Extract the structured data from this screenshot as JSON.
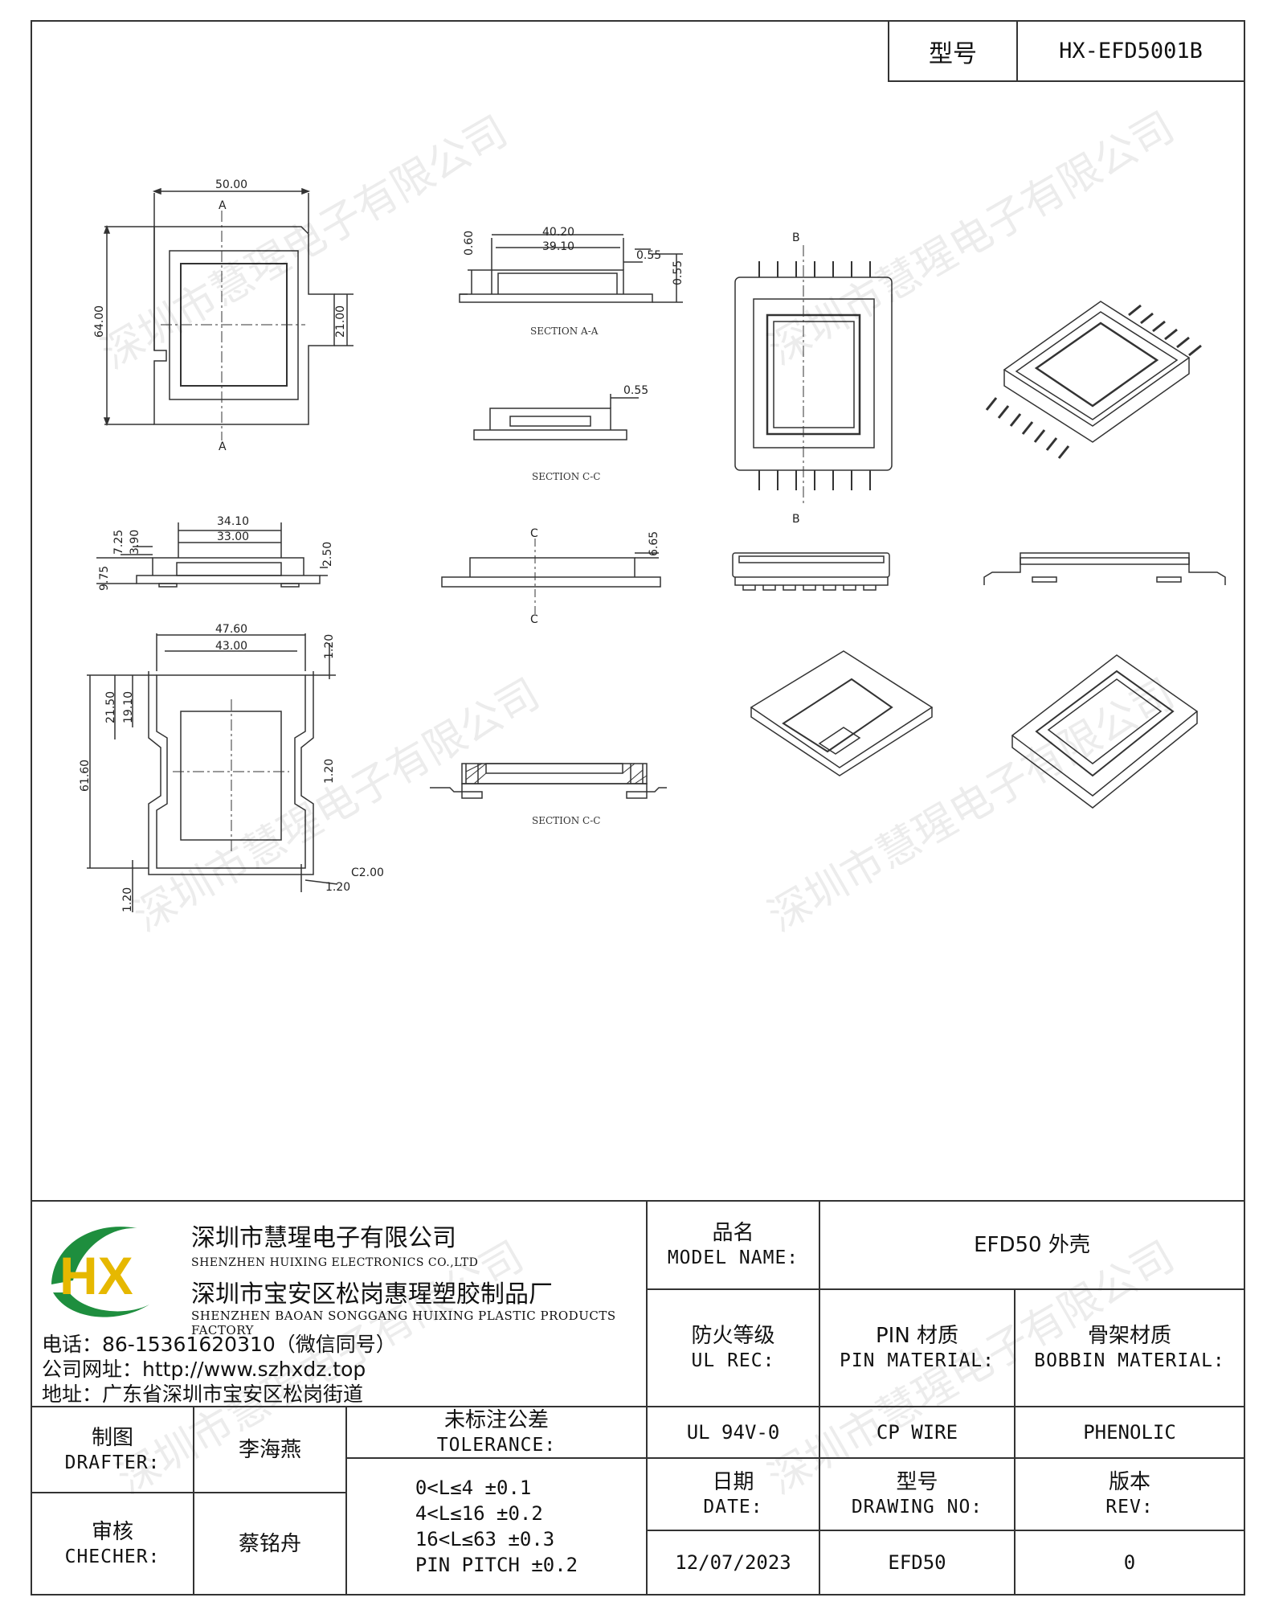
{
  "header": {
    "model_label": "型号",
    "model_value": "HX-EFD5001B"
  },
  "drawing": {
    "dims": {
      "d50": "50.00",
      "d64": "64.00",
      "d21": "21.00",
      "d40_20": "40.20",
      "d39_10": "39.10",
      "d0_60": "0.60",
      "d0_55a": "0.55",
      "d0_55b": "0.55",
      "d0_55c": "0.55",
      "d34_10": "34.10",
      "d33_00": "33.00",
      "d7_25": "7.25",
      "d3_90": "3.90",
      "d9_75": "9.75",
      "d2_50": "2.50",
      "d6_65": "6.65",
      "d47_60": "47.60",
      "d43_00": "43.00",
      "d1_20a": "1.20",
      "d21_50": "21.50",
      "d19_10": "19.10",
      "d61_60": "61.60",
      "d1_20b": "1.20",
      "d1_20c": "1.20",
      "d1_20d": "1.20",
      "c2_00": "C2.00"
    },
    "markers": {
      "a": "A",
      "b": "B",
      "c": "C"
    },
    "sections": {
      "aa": "SECTION A-A",
      "cc1": "SECTION C-C",
      "cc2": "SECTION C-C"
    },
    "watermark": "深圳市慧瑆电子有限公司"
  },
  "company": {
    "logo_text": "HX",
    "name_cn": "深圳市慧瑆电子有限公司",
    "name_en": "SHENZHEN HUIXING ELECTRONICS CO.,LTD",
    "factory_cn": "深圳市宝安区松岗惠瑆塑胶制品厂",
    "factory_en": "SHENZHEN BAOAN SONGGANG HUIXING PLASTIC PRODUCTS FACTORY",
    "phone": "电话：86-15361620310（微信同号）",
    "website": "公司网址：http://www.szhxdz.top",
    "address": "地址：广东省深圳市宝安区松岗街道"
  },
  "title_block": {
    "model_name_cn": "品名",
    "model_name_en": "MODEL NAME:",
    "model_name_value": "EFD50 外壳",
    "fire_cn": "防火等级",
    "fire_en": "UL REC:",
    "fire_value": "UL 94V-0",
    "pin_cn": "PIN 材质",
    "pin_en": "PIN MATERIAL:",
    "pin_value": "CP WIRE",
    "bobbin_cn": "骨架材质",
    "bobbin_en": "BOBBIN MATERIAL:",
    "bobbin_value": "PHENOLIC",
    "drafter_cn": "制图",
    "drafter_en": "DRAFTER:",
    "drafter_value": "李海燕",
    "checker_cn": "审核",
    "checker_en": "CHECHER:",
    "checker_value": "蔡铭舟",
    "tol_cn": "未标注公差",
    "tol_en": "TOLERANCE:",
    "tol_lines": [
      "0<L≤4   ±0.1",
      "4<L≤16  ±0.2",
      "16<L≤63 ±0.3",
      "PIN PITCH ±0.2"
    ],
    "date_cn": "日期",
    "date_en": "DATE:",
    "date_value": "12/07/2023",
    "dwg_cn": "型号",
    "dwg_en": "DRAWING NO:",
    "dwg_value": "EFD50",
    "rev_cn": "版本",
    "rev_en": "REV:",
    "rev_value": "0"
  }
}
